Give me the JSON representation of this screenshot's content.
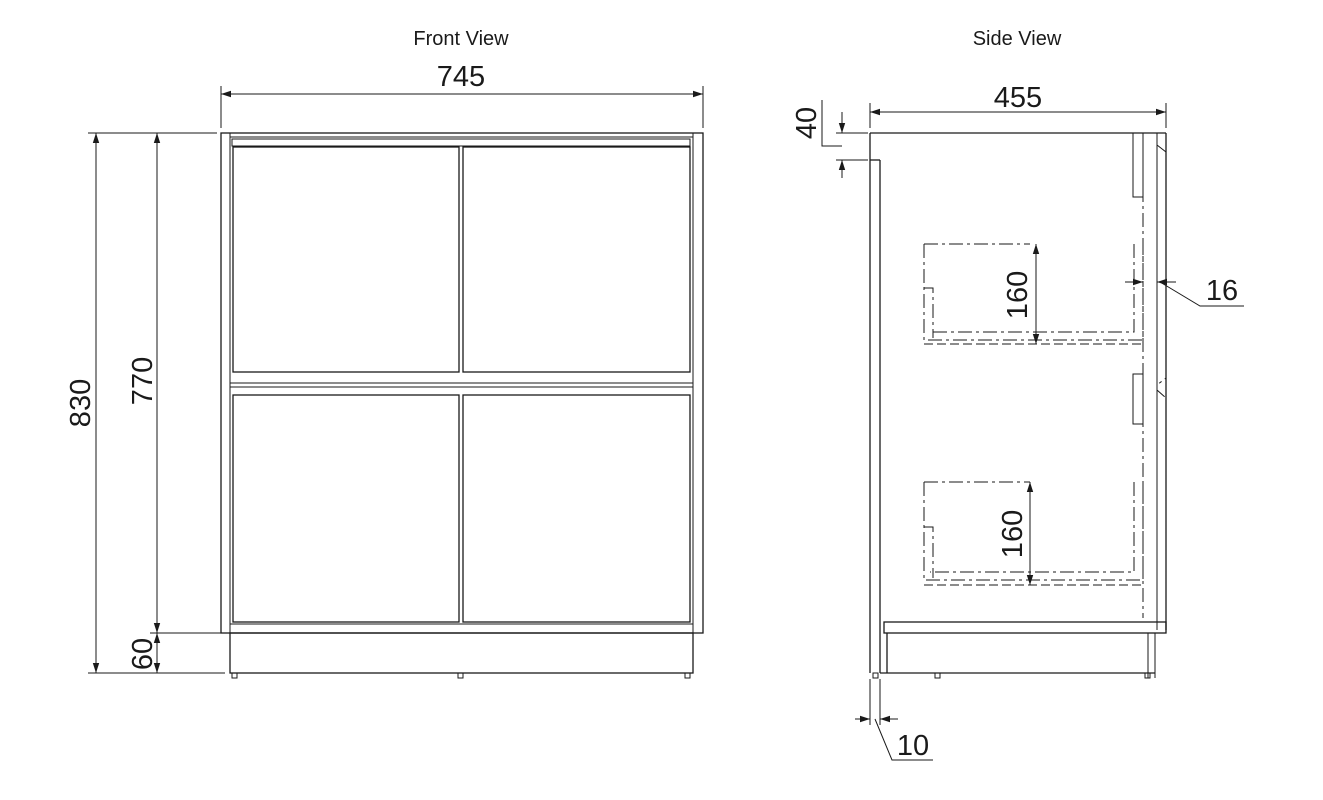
{
  "views": {
    "front_title": "Front View",
    "side_title": "Side View"
  },
  "dimensions": {
    "front_width": "745",
    "total_height": "830",
    "body_height": "770",
    "plinth_height": "60",
    "side_depth": "455",
    "top_thickness": "40",
    "drawer_height_upper": "160",
    "drawer_height_lower": "160",
    "door_thickness": "16",
    "side_offset": "10"
  }
}
